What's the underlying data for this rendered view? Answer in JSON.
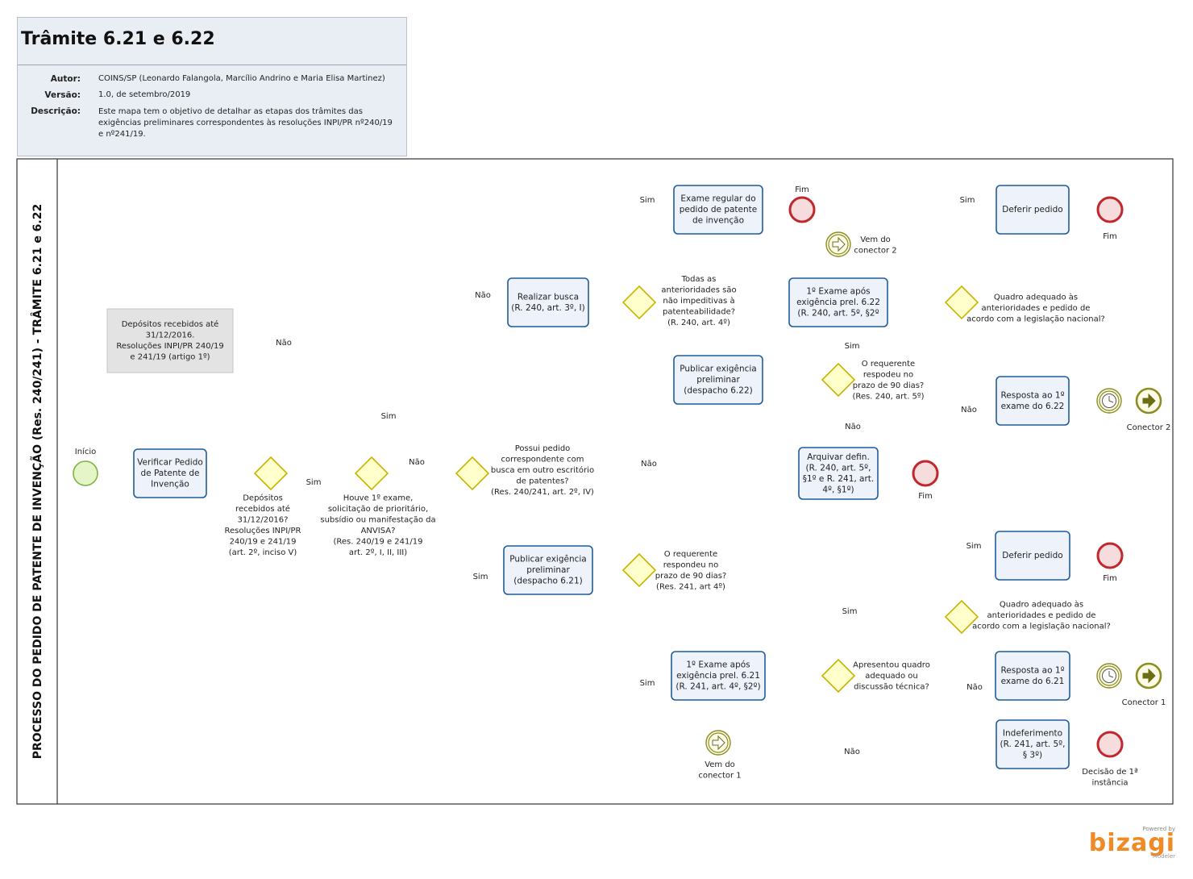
{
  "header": {
    "title": "Trâmite 6.21 e 6.22",
    "author_label": "Autor:",
    "author": "COINS/SP (Leonardo Falangola, Marcílio Andrino e Maria Elisa Martinez)",
    "version_label": "Versão:",
    "version": "1.0, de setembro/2019",
    "description_label": "Descrição:",
    "description_lines": [
      "Este mapa tem o objetivo de detalhar as etapas dos trâmites das",
      "exigências preliminares correspondentes às resoluções INPI/PR nº240/19",
      "e nº241/19."
    ]
  },
  "pool": {
    "label": "PROCESSO DO PEDIDO DE PATENTE DE INVENÇÃO (Res. 240/241) - TRÂMITE 6.21 e 6.22"
  },
  "annotation": {
    "lines": [
      "Depósitos recebidos até",
      "31/12/2016.",
      "Resoluções INPI/PR 240/19",
      "e 241/19 (artigo 1º)"
    ]
  },
  "events": {
    "start": "Início",
    "end_fim_1": "Fim",
    "end_fim_2": "Fim",
    "end_fim_3": "Fim",
    "end_fim_4": "Fim",
    "end_decisao": [
      "Decisão de 1ª",
      "instância"
    ],
    "connector_2": "Conector 2",
    "connector_1": "Conector 1",
    "from_connector_2": [
      "Vem do",
      "conector 2"
    ],
    "from_connector_1": [
      "Vem do",
      "conector 1"
    ]
  },
  "tasks": {
    "verificar": [
      "Verificar Pedido",
      "de Patente de",
      "Invenção"
    ],
    "exame_regular": [
      "Exame regular do",
      "pedido de patente",
      "de invenção"
    ],
    "realizar_busca": [
      "Realizar busca",
      "(R. 240, art. 3º, I)"
    ],
    "publicar_622": [
      "Publicar exigência",
      "preliminar",
      "(despacho 6.22)"
    ],
    "exame_622": [
      "1º Exame após",
      "exigência prel. 6.22",
      "(R. 240, art. 5º, §2º"
    ],
    "deferir_1": [
      "Deferir pedido"
    ],
    "resposta_622": [
      "Resposta ao 1º",
      "exame do 6.22"
    ],
    "arquivar": [
      "Arquivar defin.",
      "(R. 240, art. 5º,",
      "§1º e R. 241, art.",
      "4º, §1º)"
    ],
    "publicar_621": [
      "Publicar exigência",
      "preliminar",
      "(despacho 6.21)"
    ],
    "exame_621": [
      "1º Exame após",
      "exigência prel. 6.21",
      "(R. 241, art. 4º, §2º)"
    ],
    "deferir_2": [
      "Deferir pedido"
    ],
    "resposta_621": [
      "Resposta ao 1º",
      "exame do 6.21"
    ],
    "indeferimento": [
      "Indeferimento",
      "(R. 241, art. 5º,",
      "§ 3º)"
    ]
  },
  "gateways": {
    "g1": [
      "Depósitos",
      "recebidos até",
      "31/12/2016?",
      "Resoluções INPI/PR",
      "240/19 e 241/19",
      "(art. 2º, inciso V)"
    ],
    "g2": [
      "Houve 1º exame,",
      "solicitação de prioritário,",
      "subsídio ou manifestação da",
      "ANVISA?",
      "(Res. 240/19 e 241/19",
      "art. 2º, I, II, III)"
    ],
    "g3": [
      "Possui pedido",
      "correspondente com",
      "busca em outro escritório",
      "de patentes?",
      "(Res. 240/241, art. 2º, IV)"
    ],
    "g4": [
      "Todas as",
      "anterioridades são",
      "não impeditivas à",
      "patenteabilidade?",
      "(R. 240, art. 4º)"
    ],
    "g5": [
      "O requerente",
      "respodeu no",
      "prazo de 90 dias?",
      "(Res. 240, art. 5º)"
    ],
    "g6": [
      "Quadro adequado às",
      "anterioridades e pedido de",
      "acordo com a legislação nacional?"
    ],
    "g7": [
      "O requerente",
      "respondeu no",
      "prazo de 90 dias?",
      "(Res. 241, art 4º)"
    ],
    "g8": [
      "Apresentou quadro",
      "adequado ou",
      "discussão técnica?"
    ],
    "g9": [
      "Quadro adequado às",
      "anterioridades e pedido de",
      "acordo com a legislação nacional?"
    ]
  },
  "flow_labels": {
    "g1_sim": "Sim",
    "g1_nao": "Não",
    "g2_sim": "Sim",
    "g2_nao": "Não",
    "g3_nao": "Não",
    "g3_sim": "Sim",
    "g4_sim": "Sim",
    "g5_sim": "Sim",
    "g5_nao": "Não",
    "g6_sim": "Sim",
    "g6_nao": "Não",
    "g7_nao": "Não",
    "g7_sim": "Sim",
    "g8_sim": "Sim",
    "g8_nao": "Não",
    "g9_sim": "Sim",
    "g9_nao": "Não"
  },
  "brand": {
    "powered": "Powered by",
    "name": "bizagi",
    "sub": "Modeler"
  },
  "colors": {
    "task_fill": "#eef2fb",
    "task_stroke": "#1f5c99",
    "gateway_fill": "#ffffcc",
    "gateway_stroke": "#c8b400",
    "start_fill": "#e6f5c8",
    "start_stroke": "#7cb342",
    "end_fill": "#f6dcdc",
    "end_stroke": "#c0282d",
    "connector_stroke": "#8d8d20",
    "flow": "#8a8a8a"
  }
}
